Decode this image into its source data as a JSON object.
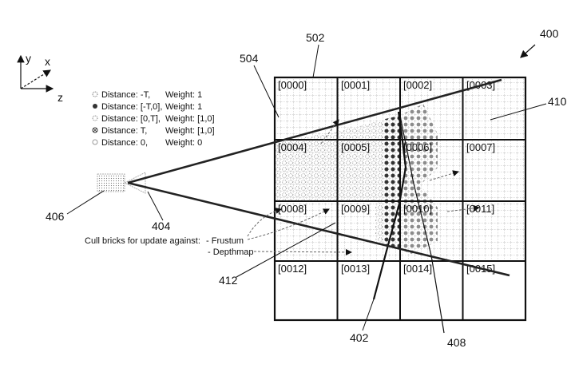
{
  "figure_number": "400",
  "axes": {
    "y": "y",
    "x": "x",
    "z": "z"
  },
  "reference_labels": {
    "grid": "502",
    "brick_outline": "504",
    "camera": "406",
    "frustum_ray": "404",
    "surface_region": "410",
    "surface": "402",
    "depth_line": "408",
    "cull_arrow": "412"
  },
  "bricks": [
    "[0000]",
    "[0001]",
    "[0002]",
    "[0003]",
    "[0004]",
    "[0005]",
    "[0006]",
    "[0007]",
    "[0008]",
    "[0009]",
    "[0010]",
    "[0011]",
    "[0012]",
    "[0013]",
    "[0014]",
    "[0015]"
  ],
  "legend": [
    {
      "marker": "dotted-circle",
      "distance": "Distance: -T,",
      "weight": "Weight: 1"
    },
    {
      "marker": "filled-circle",
      "distance": "Distance: [-T,0],",
      "weight": "Weight: 1"
    },
    {
      "marker": "dotted-circle",
      "distance": "Distance: [0,T],",
      "weight": "Weight: [1,0]"
    },
    {
      "marker": "cross-circle",
      "distance": "Distance: T,",
      "weight": "Weight: [1,0]"
    },
    {
      "marker": "open-circle",
      "distance": "Distance: 0,",
      "weight": "Weight: 0"
    }
  ],
  "cull": {
    "text": "Cull bricks for update against:",
    "option1": "- Frustum",
    "option2": "- Depthmap"
  }
}
